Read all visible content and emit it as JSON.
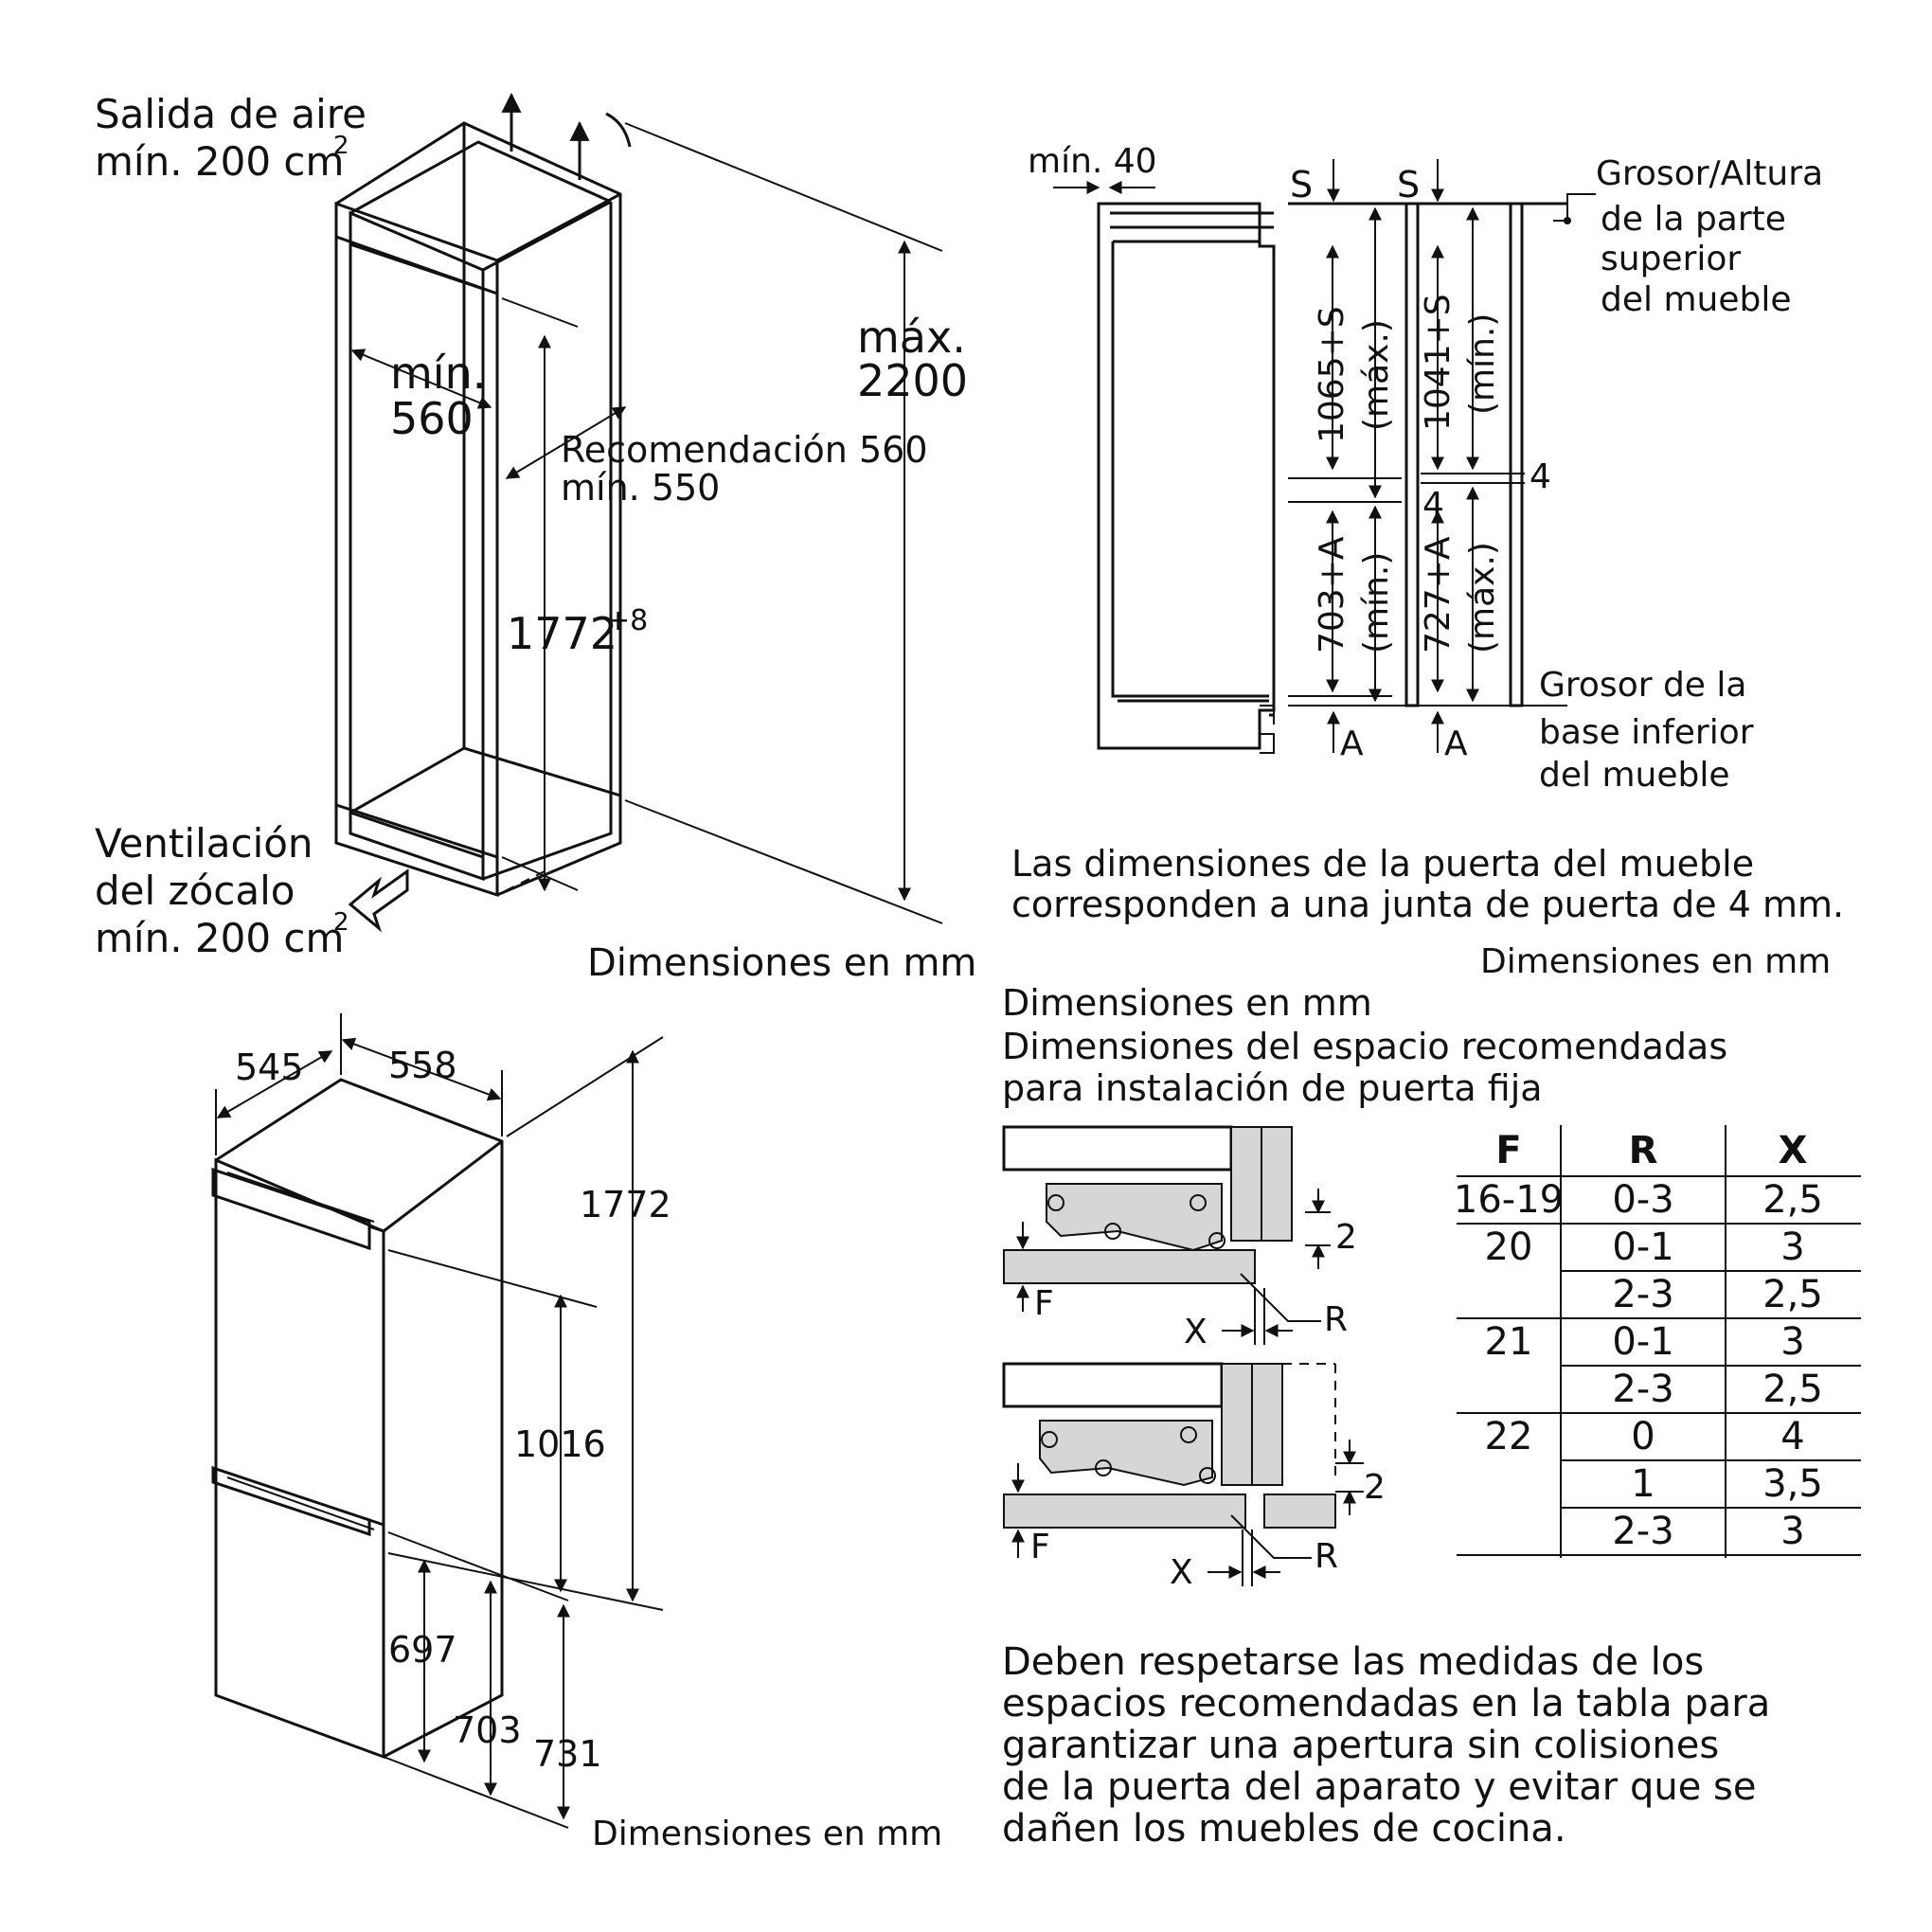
{
  "cabinet_niche": {
    "air_outlet": [
      "Salida de aire",
      "mín. 200 cm"
    ],
    "air_outlet_sup": "2",
    "min_width": [
      "mín.",
      "560"
    ],
    "recommendation": [
      "Recomendación 560",
      "mín. 550"
    ],
    "height": "1772",
    "height_tol": "+8",
    "max_height": [
      "máx.",
      "2200"
    ],
    "plinth_vent": [
      "Ventilación",
      "del zócalo",
      "mín. 200 cm"
    ],
    "plinth_vent_sup": "2",
    "units": "Dimensiones en mm"
  },
  "door_section": {
    "min_gap": "mín. 40",
    "s_label": "S",
    "top_label": [
      "Grosor/Altura",
      "de la parte",
      "superior",
      "del mueble"
    ],
    "upper_max": [
      "1065+S",
      "(máx.)"
    ],
    "upper_min": [
      "1041+S",
      "(mín.)"
    ],
    "gap": "4",
    "lower_min": [
      "703+A",
      "(mín.)"
    ],
    "lower_max": [
      "727+A",
      "(máx.)"
    ],
    "a_label": "A",
    "bottom_label": [
      "Grosor de la",
      "base inferior",
      "del mueble"
    ],
    "note": [
      "Las dimensiones de la puerta del mueble",
      "corresponden a una junta de puerta de 4 mm."
    ],
    "units": "Dimensiones en mm"
  },
  "appliance": {
    "depth": "545",
    "width": "558",
    "height": "1772",
    "upper_door": "1016",
    "d697": "697",
    "d703": "703",
    "d731": "731",
    "units": "Dimensiones en mm"
  },
  "hinge": {
    "title": [
      "Dimensiones en mm",
      "Dimensiones del espacio recomendadas",
      "para instalación de puerta fija"
    ],
    "labels": {
      "f": "F",
      "x": "X",
      "r": "R",
      "two": "2"
    },
    "table": {
      "headers": [
        "F",
        "R",
        "X"
      ],
      "rows": [
        [
          "16-19",
          "0-3",
          "2,5"
        ],
        [
          "20",
          "0-1",
          "3"
        ],
        [
          "",
          "2-3",
          "2,5"
        ],
        [
          "21",
          "0-1",
          "3"
        ],
        [
          "",
          "2-3",
          "2,5"
        ],
        [
          "22",
          "0",
          "4"
        ],
        [
          "",
          "1",
          "3,5"
        ],
        [
          "",
          "2-3",
          "3"
        ]
      ]
    },
    "note": [
      "Deben respetarse las medidas de los",
      "espacios recomendadas en la tabla para",
      "garantizar una apertura sin colisiones",
      "de la puerta del aparato y evitar que se",
      "dañen los muebles de cocina."
    ]
  }
}
